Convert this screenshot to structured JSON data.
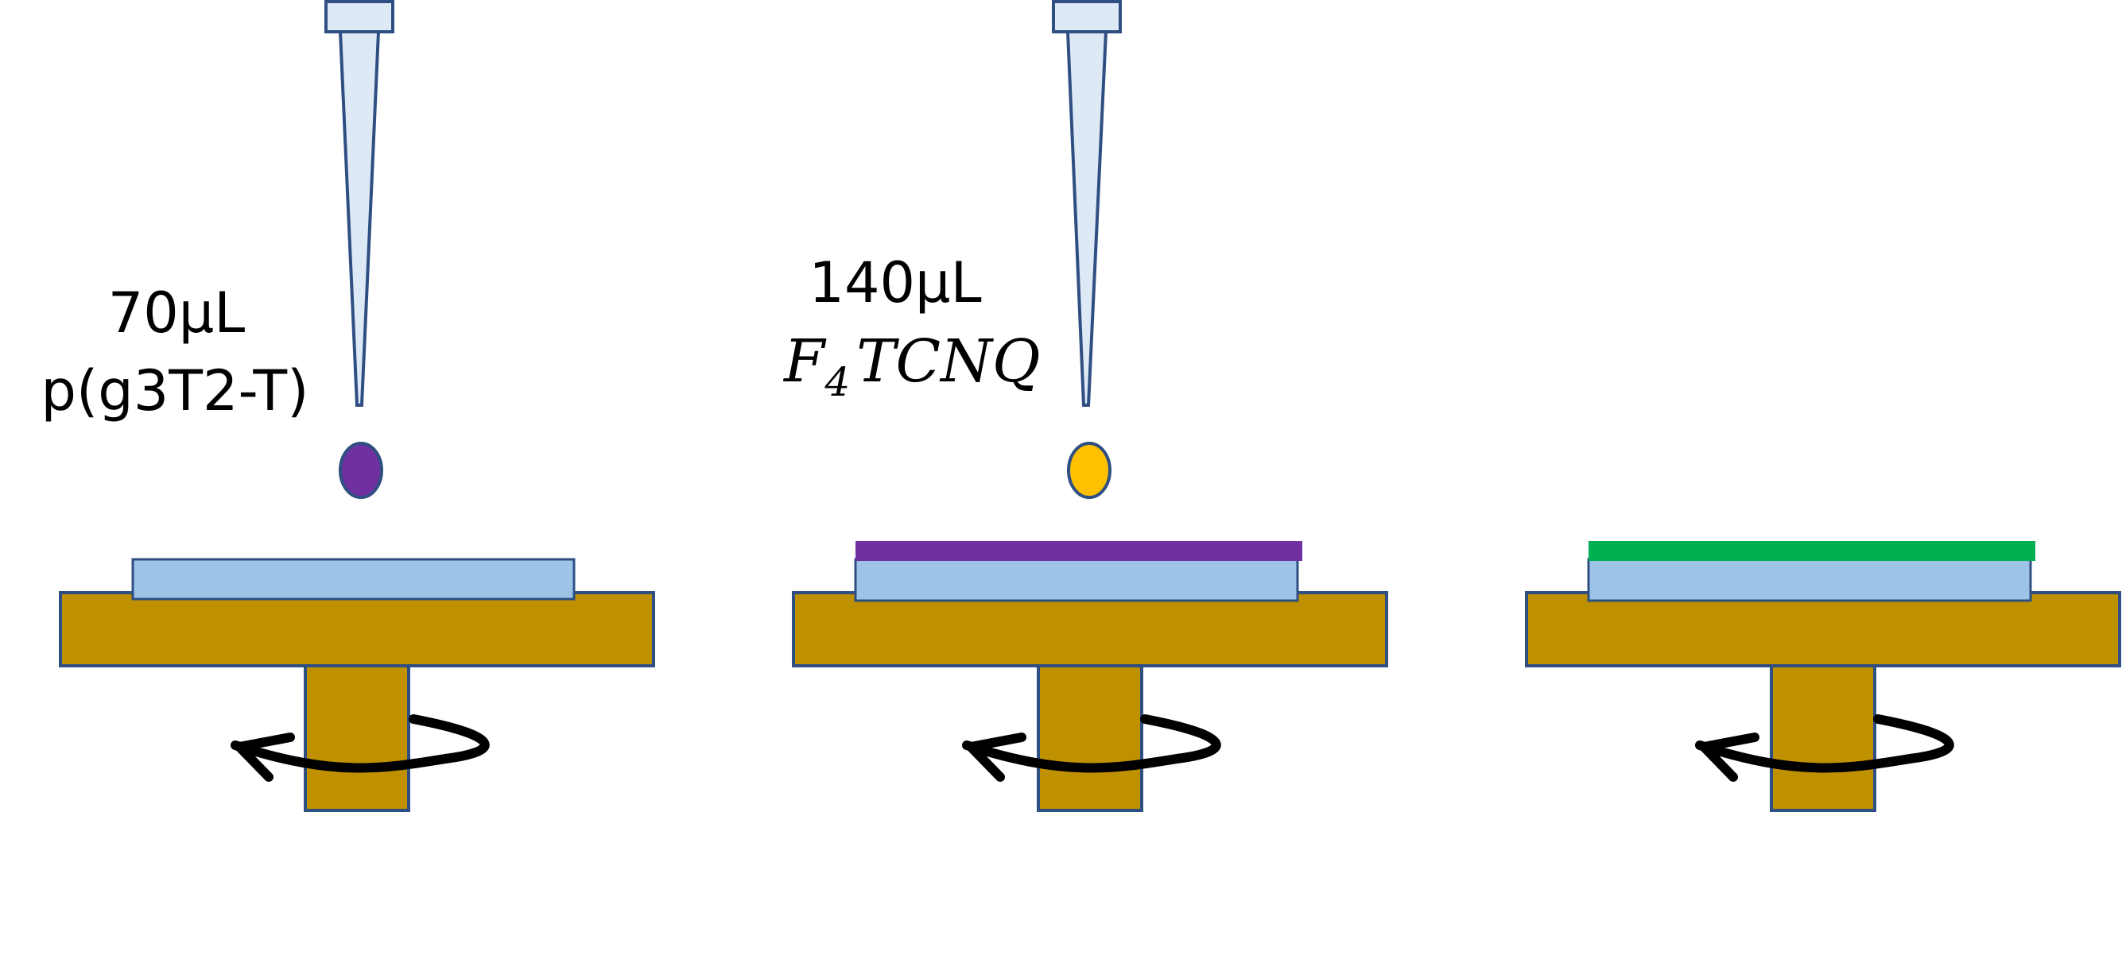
{
  "colors": {
    "background": "#ffffff",
    "outline": "#2f4f82",
    "pipette_fill": "#ddeaf6",
    "substrate": "#9dc3e6",
    "chuck": "#bf9000",
    "drop_polymer": "#7030a0",
    "drop_dopant": "#ffc000",
    "film_polymer": "#7030a0",
    "film_doped": "#00b050",
    "arrow": "#000000"
  },
  "steps": [
    {
      "volume": "70μL",
      "material": "p(g3T2-T)",
      "pipette_icon": "pipette-tip-icon",
      "drop_color": "#7030a0",
      "film_color": null
    },
    {
      "volume": "140μL",
      "material_main": "F",
      "material_sub": "4",
      "material_rest": "TCNQ",
      "pipette_icon": "pipette-tip-icon",
      "drop_color": "#ffc000",
      "film_color": "#7030a0"
    },
    {
      "film_color": "#00b050"
    }
  ],
  "icons": {
    "rotation": "rotation-arrow-icon",
    "chuck": "spin-coater-chuck-icon"
  }
}
